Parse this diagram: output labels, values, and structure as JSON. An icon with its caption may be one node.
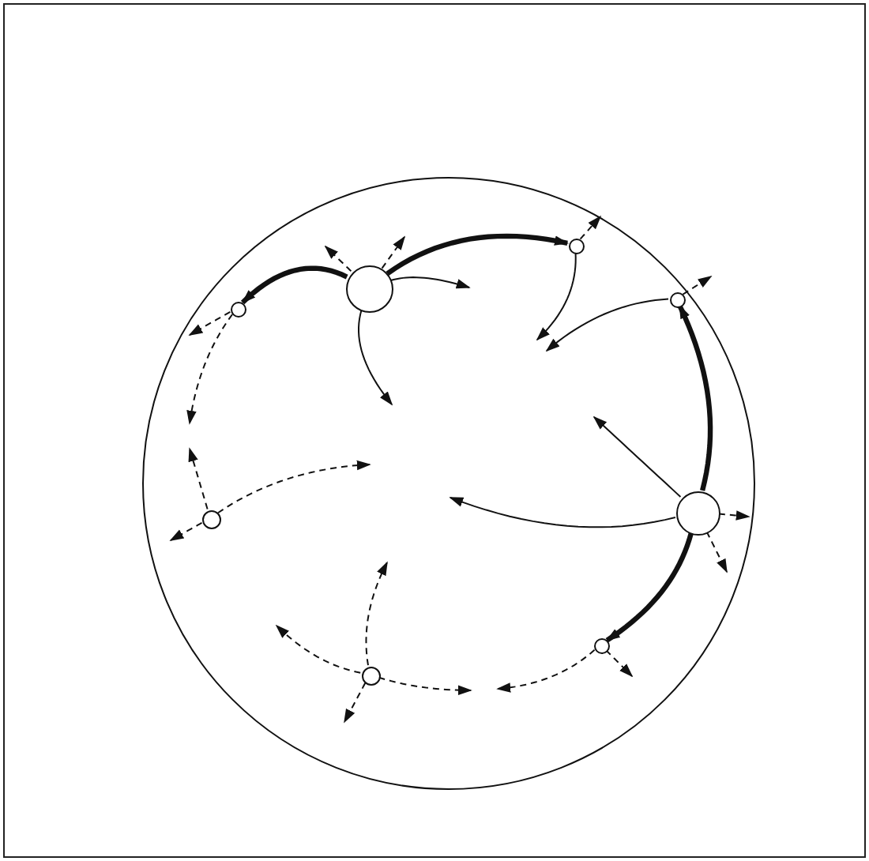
{
  "diagram": {
    "nodes": [
      {
        "text": [],
        "shape": "circle"
      },
      {
        "text": [],
        "shape": "circle",
        "in": 0
      },
      {
        "text": [],
        "shape": "circle",
        "in": 0
      },
      {
        "text": [],
        "shape": "circle",
        "in": 0
      },
      {
        "text": [],
        "shape": "circle",
        "in": 0
      },
      {
        "text": [],
        "shape": "circle",
        "in": 0
      },
      {
        "text": [],
        "shape": "circle",
        "in": 0
      },
      {
        "text": [],
        "shape": "circle",
        "in": 0
      },
      {
        "text": [],
        "shape": "circle",
        "in": 0
      }
    ],
    "edges": [
      {
        "from": 1,
        "to": 2,
        "arrow": "to",
        "style": "thick"
      },
      {
        "from": 1,
        "to": 4,
        "arrow": "to",
        "style": "thick"
      },
      {
        "from": 1,
        "to": null,
        "arrow": "to"
      },
      {
        "from": 1,
        "to": null,
        "arrow": "to"
      },
      {
        "from": 1,
        "to": null,
        "arrow": "to",
        "style": "dashed"
      },
      {
        "from": 1,
        "to": null,
        "arrow": "to",
        "style": "dashed"
      },
      {
        "from": 2,
        "to": null,
        "arrow": "to"
      },
      {
        "from": 2,
        "to": null,
        "arrow": "to",
        "style": "dashed"
      },
      {
        "from": 3,
        "to": null,
        "arrow": "to"
      },
      {
        "from": 3,
        "to": null,
        "arrow": "to",
        "style": "dashed"
      },
      {
        "from": 5,
        "to": 3,
        "arrow": "to",
        "style": "thick"
      },
      {
        "from": 5,
        "to": 7,
        "arrow": "to",
        "style": "thick"
      },
      {
        "from": 5,
        "to": null,
        "arrow": "to"
      },
      {
        "from": 5,
        "to": null,
        "arrow": "to"
      },
      {
        "from": 5,
        "to": null,
        "arrow": "to",
        "style": "dashed"
      },
      {
        "from": 5,
        "to": null,
        "arrow": "to",
        "style": "dashed"
      },
      {
        "from": 7,
        "to": null,
        "arrow": "to",
        "style": "dashed"
      },
      {
        "from": 7,
        "to": null,
        "arrow": "to",
        "style": "dashed"
      },
      {
        "from": 4,
        "to": null,
        "arrow": "to",
        "style": "dashed"
      },
      {
        "from": 4,
        "to": null,
        "arrow": "to",
        "style": "dashed"
      },
      {
        "from": 6,
        "to": null,
        "arrow": "to",
        "style": "dashed"
      },
      {
        "from": 6,
        "to": null,
        "arrow": "to",
        "style": "dashed"
      },
      {
        "from": 6,
        "to": null,
        "arrow": "to",
        "style": "dashed"
      },
      {
        "from": 8,
        "to": null,
        "arrow": "to",
        "style": "dashed"
      },
      {
        "from": 8,
        "to": null,
        "arrow": "to",
        "style": "dashed"
      },
      {
        "from": 8,
        "to": null,
        "arrow": "to",
        "style": "dashed"
      },
      {
        "from": 8,
        "to": null,
        "arrow": "to",
        "style": "dashed"
      }
    ]
  }
}
